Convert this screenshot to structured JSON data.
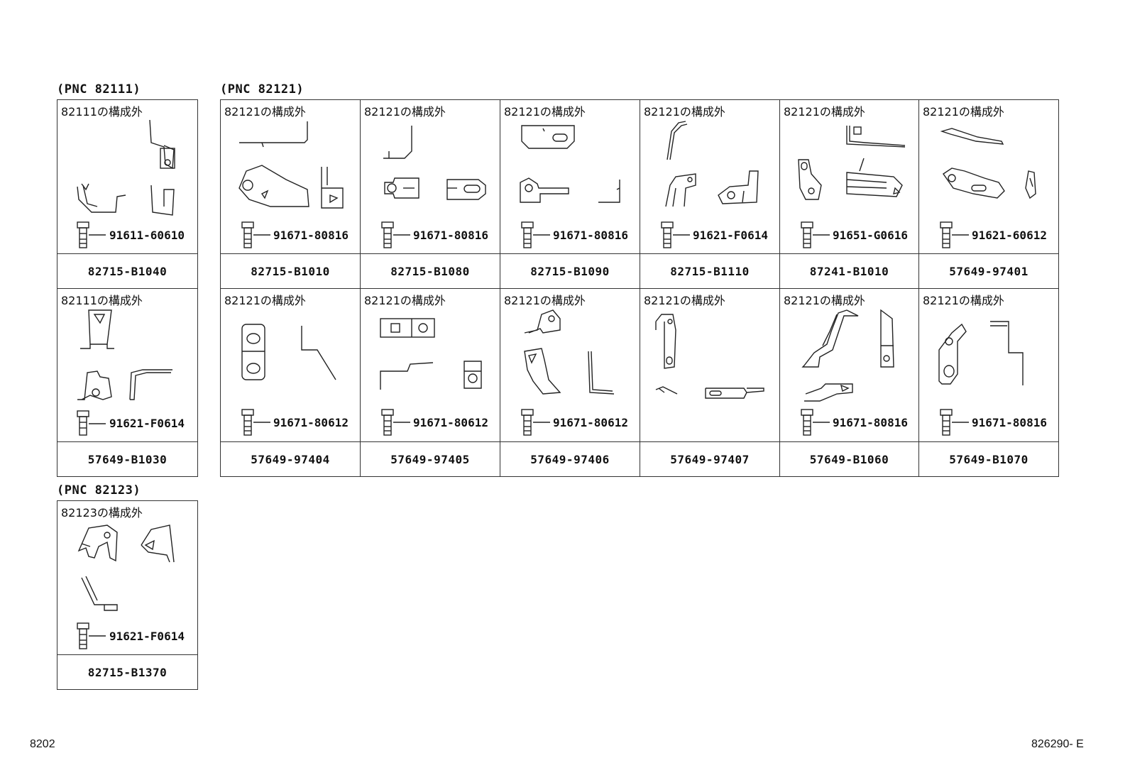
{
  "groups": [
    {
      "label": "(PNC 82111)"
    },
    {
      "label": "(PNC 82121)"
    },
    {
      "label": "(PNC 82123)"
    }
  ],
  "cells": [
    {
      "note": "82111の構成外",
      "bolt": "91611-60610",
      "part": "82715-B1040"
    },
    {
      "note": "82111の構成外",
      "bolt": "91621-F0614",
      "part": "57649-B1030"
    },
    {
      "note": "82121の構成外",
      "bolt": "91671-80816",
      "part": "82715-B1010"
    },
    {
      "note": "82121の構成外",
      "bolt": "91671-80816",
      "part": "82715-B1080"
    },
    {
      "note": "82121の構成外",
      "bolt": "91671-80816",
      "part": "82715-B1090"
    },
    {
      "note": "82121の構成外",
      "bolt": "91621-F0614",
      "part": "82715-B1110"
    },
    {
      "note": "82121の構成外",
      "bolt": "91651-G0616",
      "part": "87241-B1010"
    },
    {
      "note": "82121の構成外",
      "bolt": "91621-60612",
      "part": "57649-97401"
    },
    {
      "note": "82121の構成外",
      "bolt": "91671-80612",
      "part": "57649-97404"
    },
    {
      "note": "82121の構成外",
      "bolt": "91671-80612",
      "part": "57649-97405"
    },
    {
      "note": "82121の構成外",
      "bolt": "91671-80612",
      "part": "57649-97406"
    },
    {
      "note": "82121の構成外",
      "bolt": "",
      "part": "57649-97407"
    },
    {
      "note": "82121の構成外",
      "bolt": "91671-80816",
      "part": "57649-B1060"
    },
    {
      "note": "82121の構成外",
      "bolt": "91671-80816",
      "part": "57649-B1070"
    },
    {
      "note": "82123の構成外",
      "bolt": "91621-F0614",
      "part": "82715-B1370"
    }
  ],
  "footer": {
    "left": "8202",
    "right": "826290- E"
  }
}
